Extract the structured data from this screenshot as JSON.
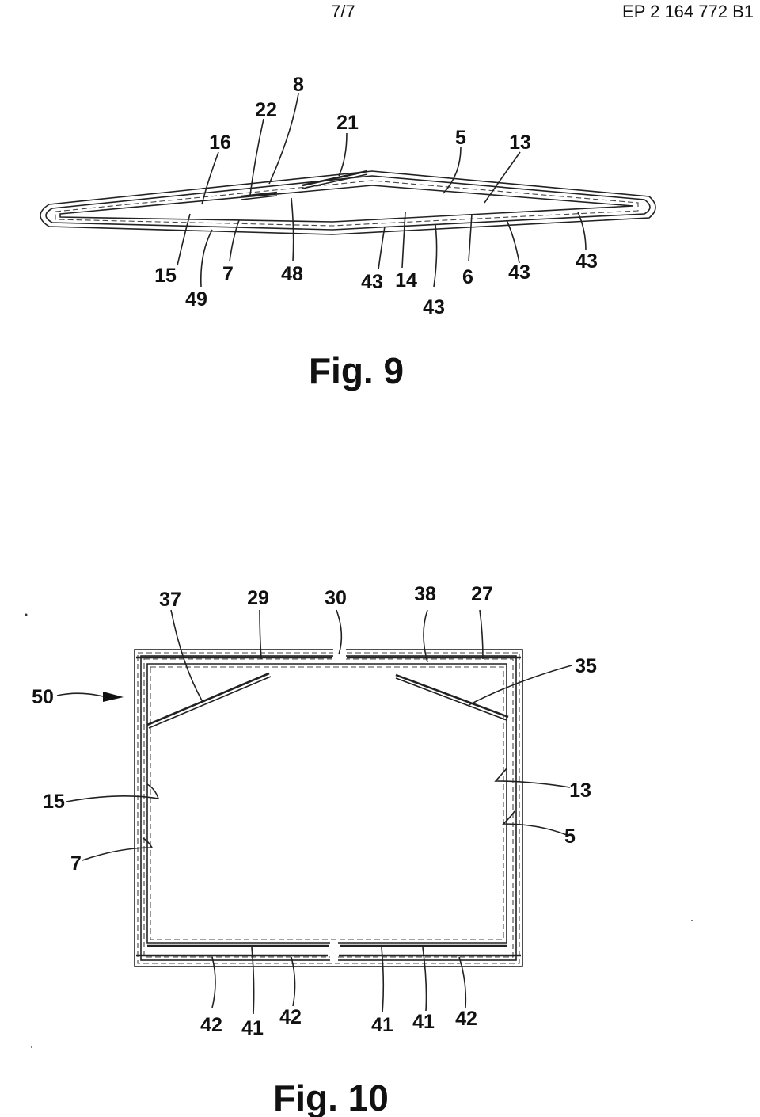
{
  "header": {
    "sheet": "7/7",
    "document_number": "EP 2 164 772 B1"
  },
  "figure9": {
    "caption": "Fig. 9",
    "refs": {
      "r8": "8",
      "r22": "22",
      "r21": "21",
      "r16": "16",
      "r5": "5",
      "r13": "13",
      "r15": "15",
      "r49": "49",
      "r7": "7",
      "r48": "48",
      "r43a": "43",
      "r14": "14",
      "r43b": "43",
      "r6": "6",
      "r43c": "43",
      "r43d": "43"
    }
  },
  "figure10": {
    "caption": "Fig. 10",
    "refs": {
      "r37": "37",
      "r29": "29",
      "r30": "30",
      "r38": "38",
      "r27": "27",
      "r35": "35",
      "r50": "50",
      "r15": "15",
      "r13": "13",
      "r7": "7",
      "r5": "5",
      "r42a": "42",
      "r41a": "41",
      "r42b": "42",
      "r41b": "41",
      "r41c": "41",
      "r42c": "42"
    }
  }
}
